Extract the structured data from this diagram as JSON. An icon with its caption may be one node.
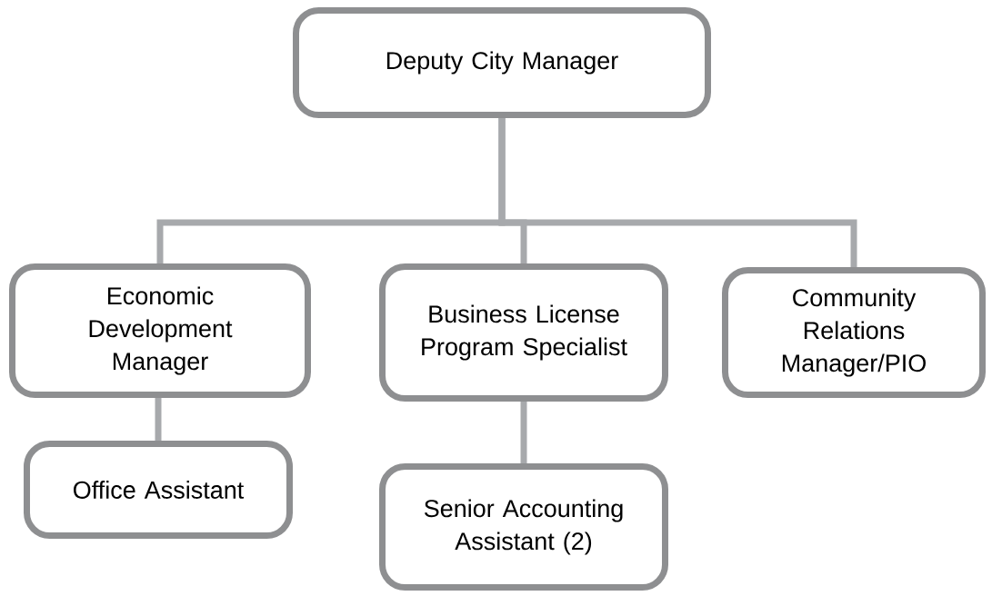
{
  "diagram": {
    "nodes": [
      {
        "text": [
          "Deputy City Manager"
        ]
      },
      {
        "text": [
          "Economic Development Manager"
        ]
      },
      {
        "text": [
          "Business License Program Specialist"
        ]
      },
      {
        "text": [
          "Community Relations Manager/PIO"
        ]
      },
      {
        "text": [
          "Office Assistant"
        ]
      },
      {
        "text": [
          "Senior Accounting Assistant (2)"
        ]
      }
    ],
    "edges": [
      {
        "from": 0,
        "to": 1,
        "arrow": "none"
      },
      {
        "from": 0,
        "to": 2,
        "arrow": "none"
      },
      {
        "from": 0,
        "to": 3,
        "arrow": "none"
      },
      {
        "from": 1,
        "to": 4,
        "arrow": "none"
      },
      {
        "from": 2,
        "to": 5,
        "arrow": "none"
      }
    ]
  }
}
